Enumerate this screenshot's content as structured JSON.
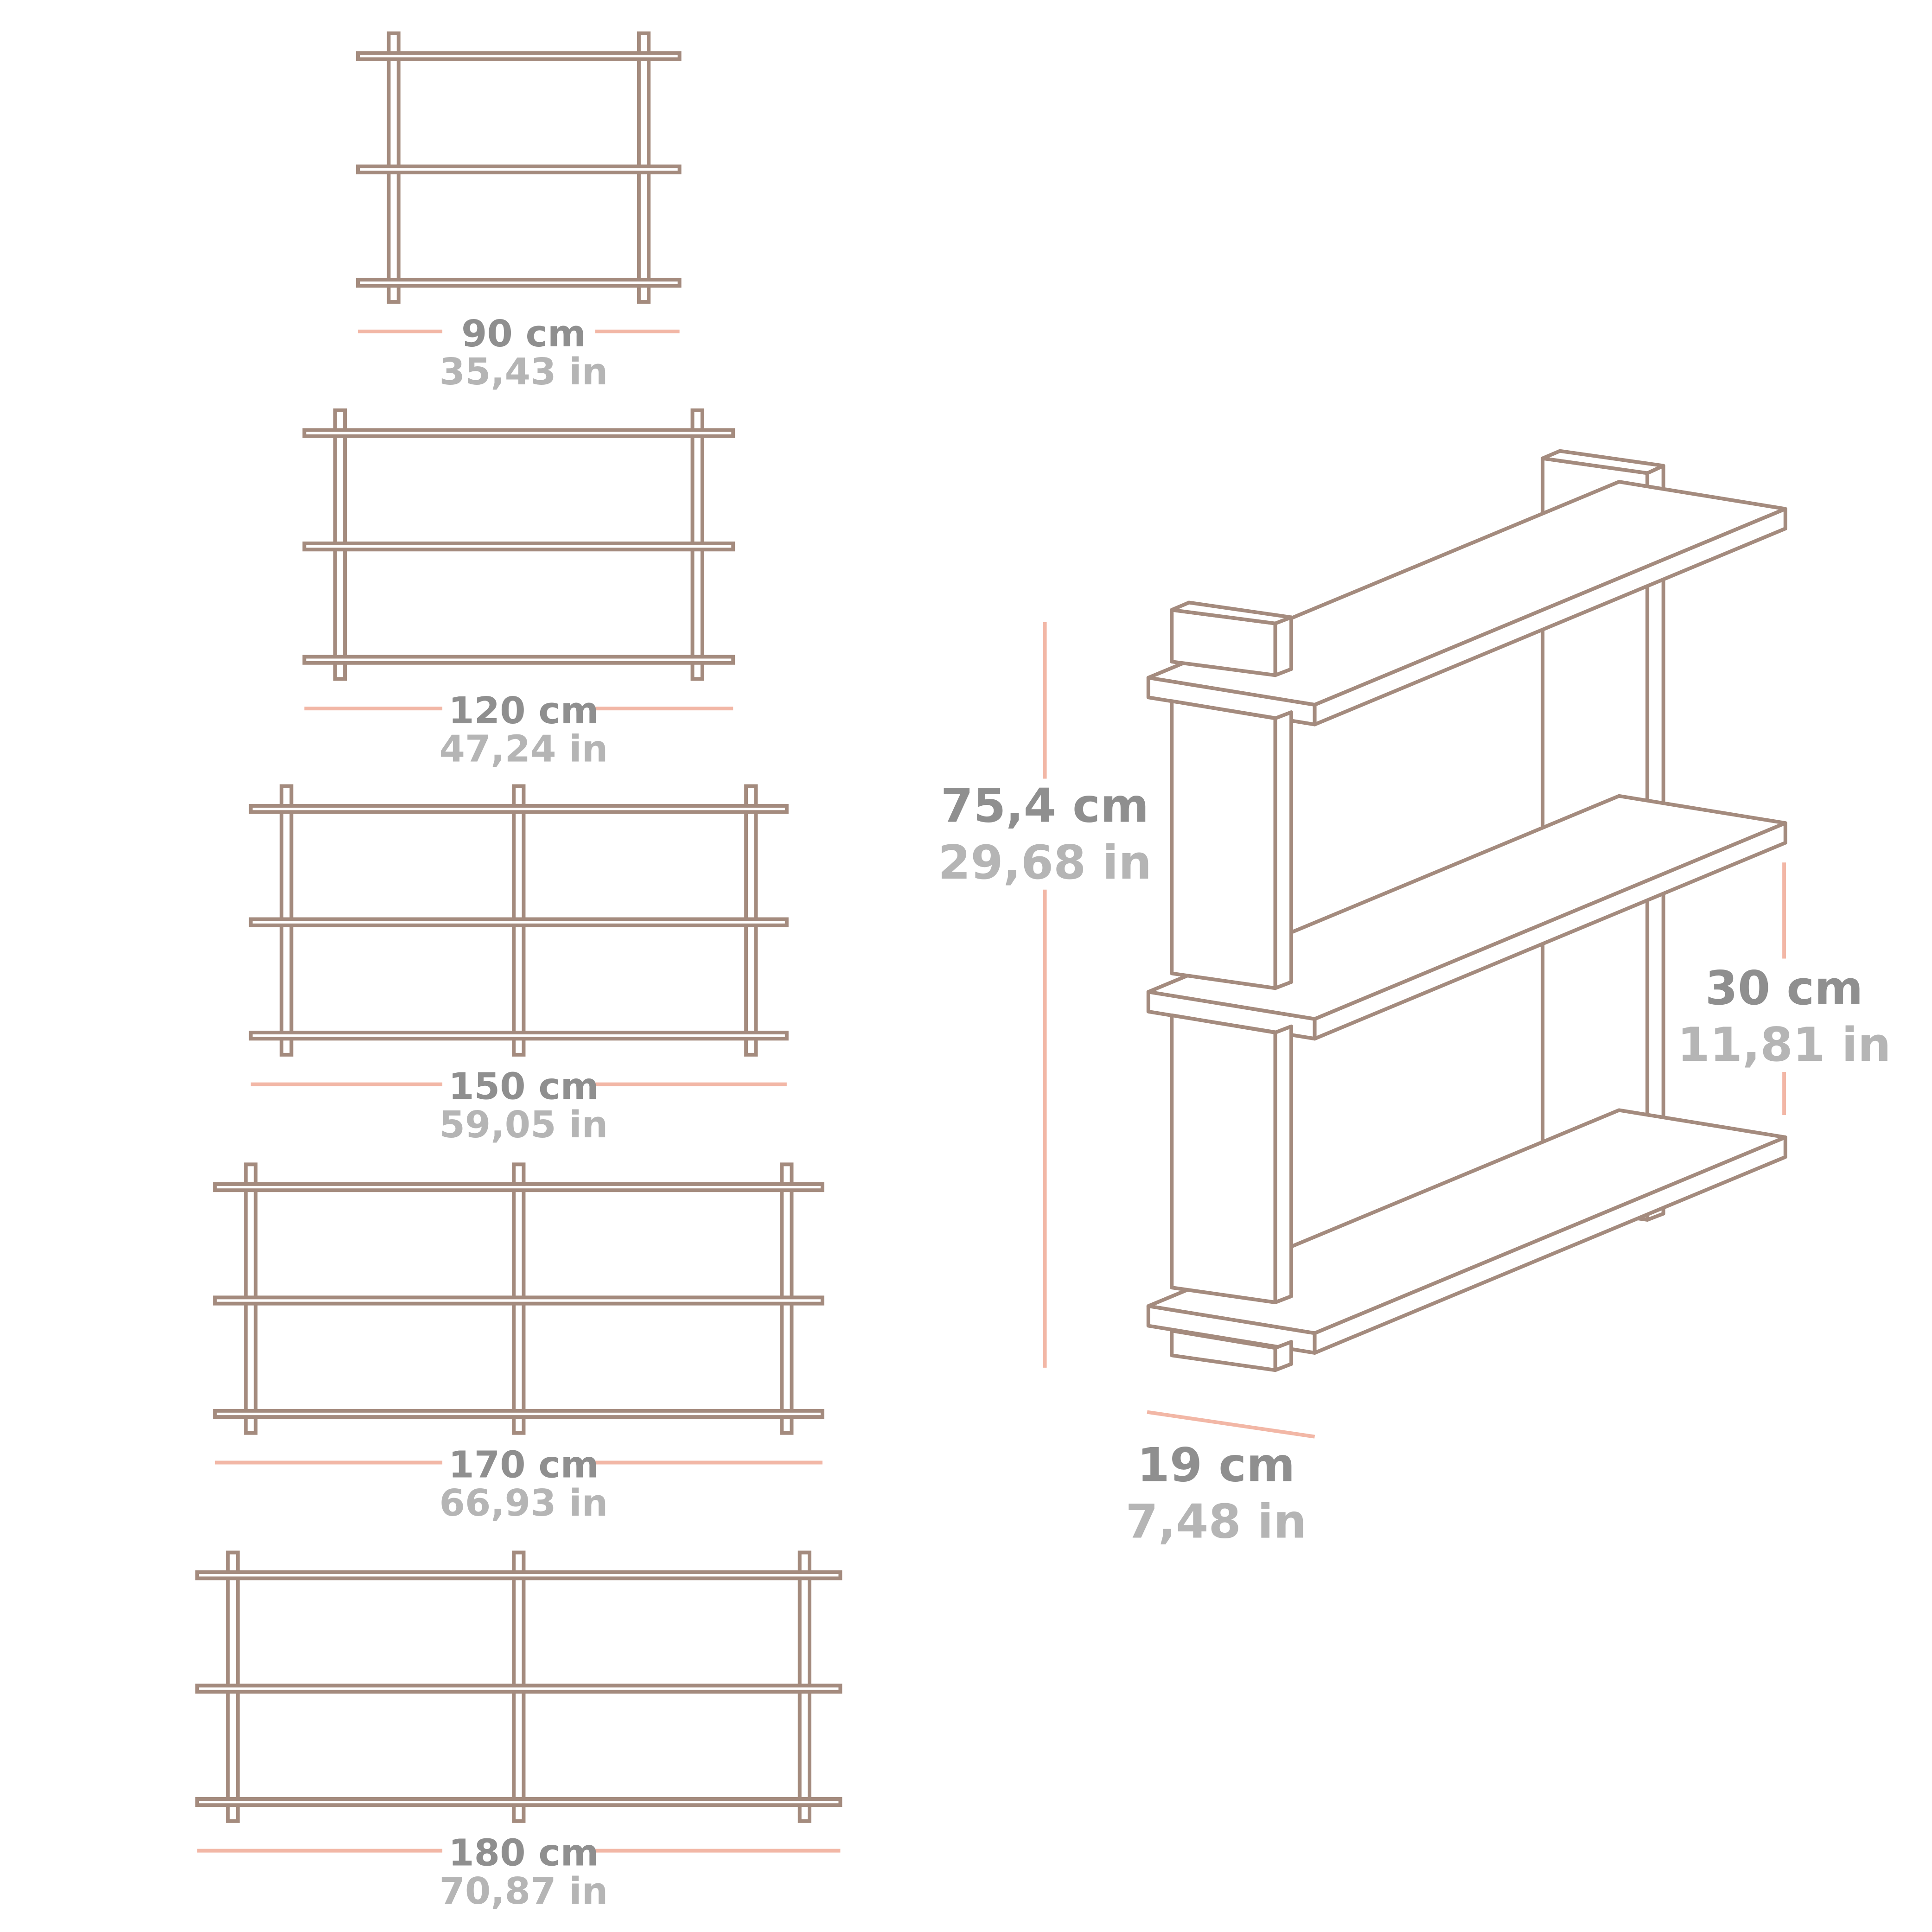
{
  "colors": {
    "line": "#a48b7e",
    "dimension": "#f2b7a6",
    "primary_text": "#8f8f8f",
    "secondary_text": "#b5b5b5",
    "fill": "#ffffff"
  },
  "front_views": [
    {
      "width_cm": 90,
      "label_cm": "90 cm",
      "label_in": "35,43 in",
      "middle_post": false
    },
    {
      "width_cm": 120,
      "label_cm": "120 cm",
      "label_in": "47,24 in",
      "middle_post": false
    },
    {
      "width_cm": 150,
      "label_cm": "150 cm",
      "label_in": "59,05 in",
      "middle_post": true
    },
    {
      "width_cm": 170,
      "label_cm": "170 cm",
      "label_in": "66,93 in",
      "middle_post": true
    },
    {
      "width_cm": 180,
      "label_cm": "180 cm",
      "label_in": "70,87 in",
      "middle_post": true
    }
  ],
  "iso_view": {
    "height": {
      "cm": "75,4 cm",
      "in": "29,68 in"
    },
    "shelf_spacing": {
      "cm": "30 cm",
      "in": "11,81 in"
    },
    "depth": {
      "cm": "19 cm",
      "in": "7,48 in"
    }
  }
}
